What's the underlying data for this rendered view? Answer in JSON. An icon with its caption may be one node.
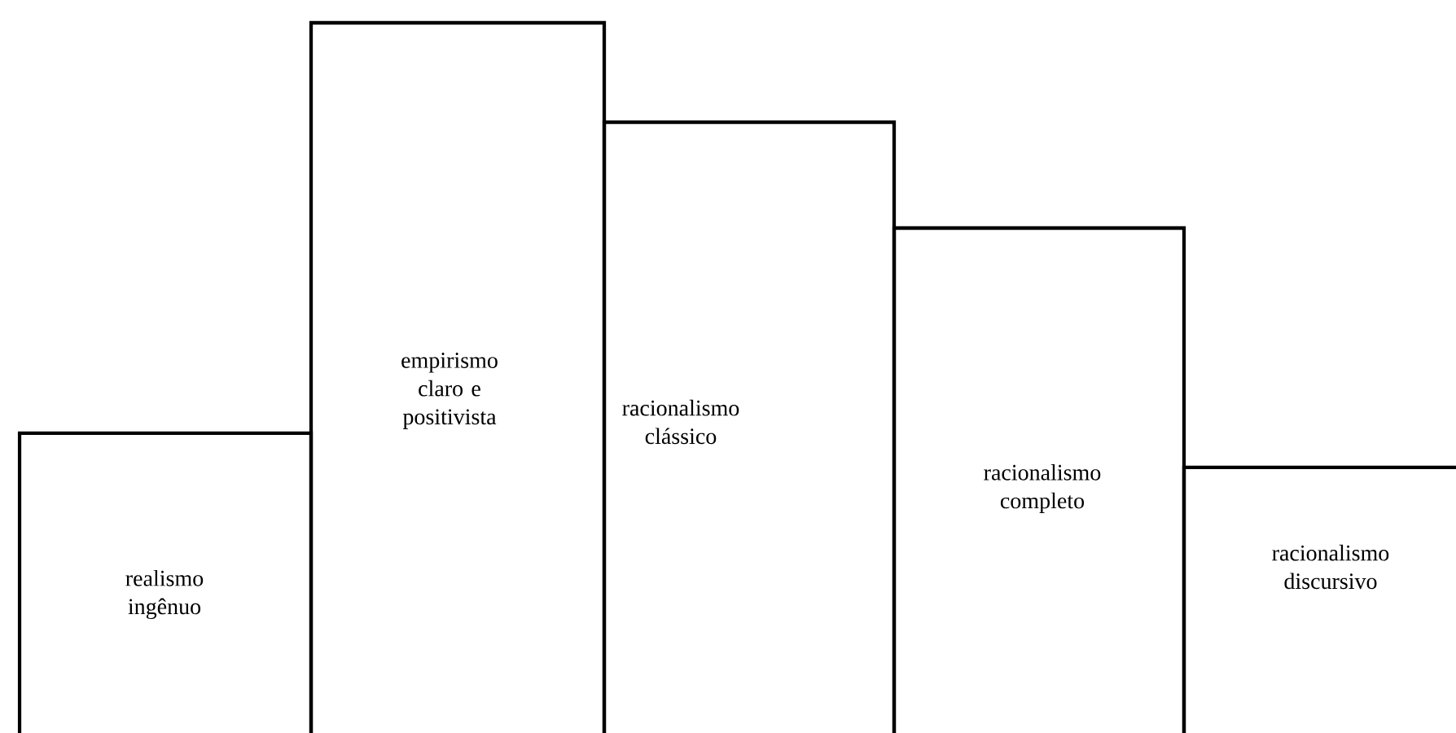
{
  "diagram": {
    "nodes": [
      {
        "text": [
          "realismo ingênuo"
        ]
      },
      {
        "text": [
          "empirismo claro e positivista"
        ]
      },
      {
        "text": [
          "racionalismo clássico"
        ]
      },
      {
        "text": [
          "racionalismo completo"
        ]
      },
      {
        "text": [
          "racionalismo discursivo"
        ]
      }
    ]
  }
}
